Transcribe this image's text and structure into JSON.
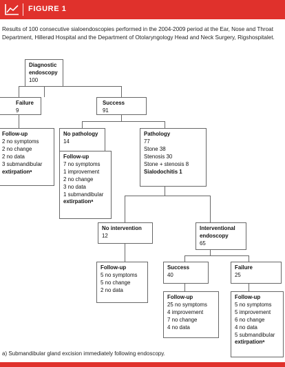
{
  "header": {
    "figure_label": "FIGURE 1",
    "icon": "line-chart-icon",
    "accent_color": "#e0312c"
  },
  "caption": "Results of 100 consecutive sialoendoscopies performed in the 2004-2009 period at the Ear, Nose and Throat Department, Hillerød Hospital and the Department of Otolaryngology Head and Neck Surgery, Rigshospitalet.",
  "flowchart": {
    "diagnostic": {
      "title_lines": [
        "Diagnostic",
        "endoscopy"
      ],
      "value": "100"
    },
    "failure": {
      "title": "Failure",
      "value": "9"
    },
    "success": {
      "title": "Success",
      "value": "91"
    },
    "failure_followup": {
      "title": "Follow-up",
      "lines": [
        "2 no symptoms",
        "2 no change",
        "2 no data",
        "3 submandibular",
        "extirpationᵃ"
      ]
    },
    "no_pathology": {
      "title": "No pathology",
      "value": "14",
      "followup_title": "Follow-up",
      "lines": [
        "7 no symptoms",
        "1 improvement",
        "2 no change",
        "3 no data",
        "1 submandibular",
        "extirpationᵃ"
      ]
    },
    "pathology": {
      "title": "Pathology",
      "value": "77",
      "lines": [
        "Stone 38",
        "Stenosis 30",
        "Stone + stenosis 8",
        "Sialodochitis 1"
      ]
    },
    "no_intervention": {
      "title": "No intervention",
      "value": "12"
    },
    "interventional": {
      "title_lines": [
        "Interventional",
        "endoscopy"
      ],
      "value": "65"
    },
    "no_intervention_followup": {
      "title": "Follow-up",
      "lines": [
        "5 no symptoms",
        "5 no change",
        "2 no data"
      ]
    },
    "int_success": {
      "title": "Success",
      "value": "40"
    },
    "int_failure": {
      "title": "Failure",
      "value": "25"
    },
    "int_success_followup": {
      "title": "Follow-up",
      "lines": [
        "25 no symptoms",
        "4 improvement",
        "7 no change",
        "4 no data"
      ]
    },
    "int_failure_followup": {
      "title": "Follow-up",
      "lines": [
        "5 no symptoms",
        "5 improvement",
        "6 no change",
        "4 no data",
        "5 submandibular",
        "extirpationᵃ"
      ]
    }
  },
  "footnote": "a) Submandibular gland excision immediately following endoscopy."
}
